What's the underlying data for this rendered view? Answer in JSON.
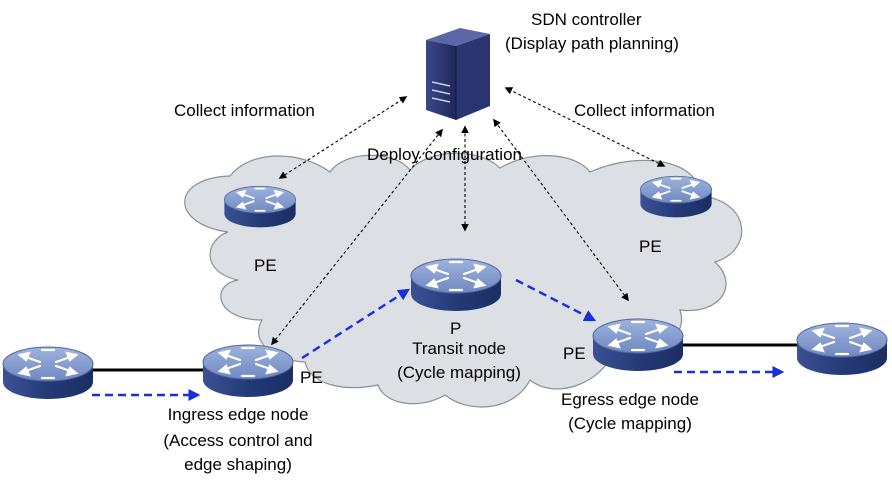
{
  "controller": {
    "title": "SDN controller",
    "subtitle": "(Display path planning)"
  },
  "links": {
    "collect_left": "Collect information",
    "collect_right": "Collect information",
    "deploy": "Deploy configuration"
  },
  "nodes": {
    "pe_top_left": "PE",
    "pe_top_right": "PE",
    "p_label": "P",
    "transit": [
      "Transit node",
      "(Cycle mapping)"
    ],
    "pe_ingress": "PE",
    "ingress": [
      "Ingress edge node",
      "(Access control and",
      "edge shaping)"
    ],
    "pe_egress": "PE",
    "egress": [
      "Egress edge node",
      "(Cycle mapping)"
    ]
  },
  "colors": {
    "cloud_fill": "#dcdfe3",
    "cloud_stroke": "#8a9098",
    "router_top": "#7f97c7",
    "router_side": "#2e4380",
    "flow_arrow": "#1a2ee0",
    "control_arrow": "#000000",
    "server": "#2a3470"
  },
  "icons": [
    "router-icon",
    "server-icon"
  ]
}
